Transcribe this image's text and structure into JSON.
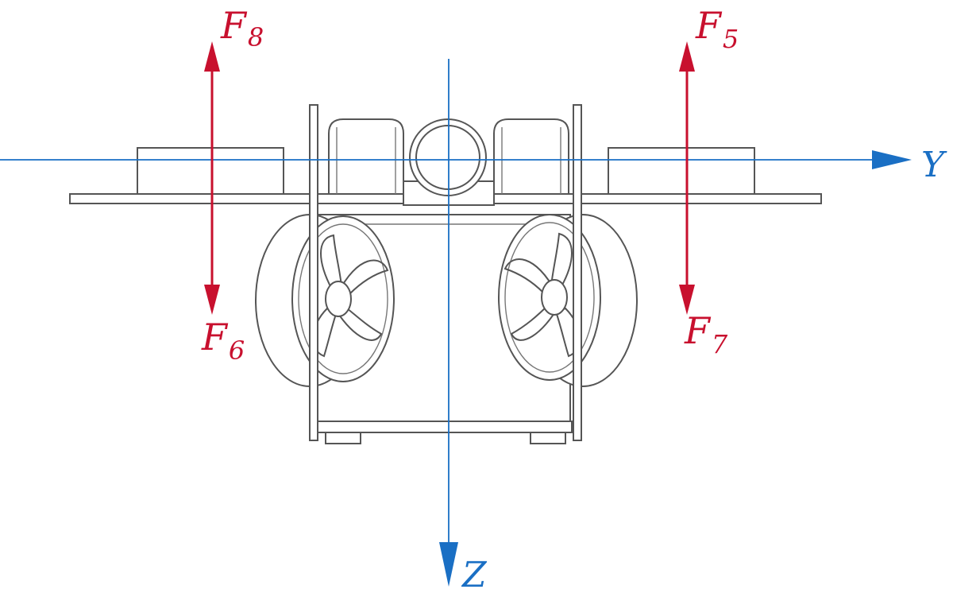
{
  "figure": {
    "axes": [
      {
        "id": "Y",
        "label": "Y"
      },
      {
        "id": "Z",
        "label": "Z"
      }
    ],
    "forces": [
      {
        "id": "F8",
        "symbol": "F",
        "subscript": "8",
        "direction": "up"
      },
      {
        "id": "F6",
        "symbol": "F",
        "subscript": "6",
        "direction": "down"
      },
      {
        "id": "F5",
        "symbol": "F",
        "subscript": "5",
        "direction": "up"
      },
      {
        "id": "F7",
        "symbol": "F",
        "subscript": "7",
        "direction": "down"
      }
    ],
    "colors": {
      "force": "#c8102e",
      "axis": "#1a6fc4",
      "drawing": "#555555"
    }
  }
}
